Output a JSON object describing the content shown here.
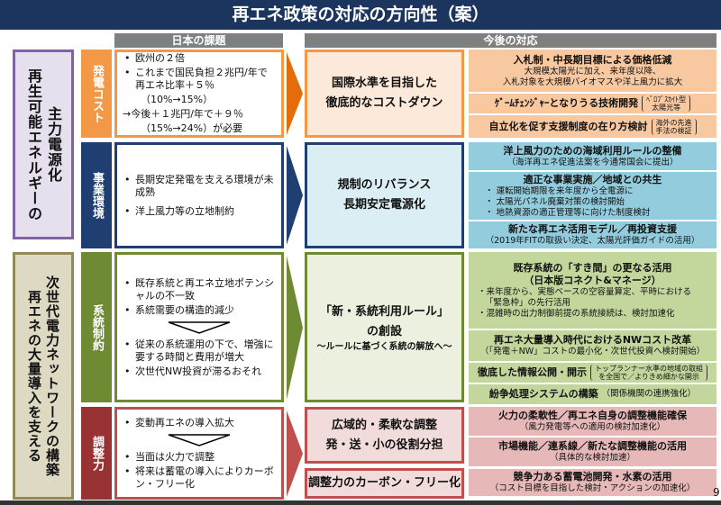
{
  "title": "再エネ政策の対応の方向性（案）",
  "headers": {
    "issues": "日本の課題",
    "response": "今後の対応"
  },
  "pillars": [
    {
      "col1": "再生可能エネルギーの",
      "col2": "主力電源化"
    },
    {
      "col1": "再エネの大量導入を支える",
      "col2": "次世代電力ネットワークの構築"
    }
  ],
  "categories": [
    "発電コスト",
    "事業環境",
    "系統制約",
    "調整力"
  ],
  "issues": {
    "cost": [
      "欧州の２倍",
      "これまで国民負担２兆円/年で再エネ比率＋５％",
      "（10%→15%）",
      "→今後＋１兆円/年で＋９％",
      "（15%→24%）が必要"
    ],
    "business": [
      "長期安定発電を支える環境が未成熟",
      "洋上風力等の立地制約"
    ],
    "grid": [
      "既存系統と再エネ立地ポテンシャルの不一致",
      "系統需要の構造的減少",
      "従来の系統運用の下で、増強に要する時間と費用が増大",
      "次世代NW投資が滞るおそれ"
    ],
    "adjust": [
      "変動再エネの導入拡大",
      "当面は火力で調整",
      "将来は蓄電の導入によりカーボン・フリー化"
    ]
  },
  "middle": {
    "cost": [
      "国際水準を目指した",
      "徹底的なコストダウン"
    ],
    "business": [
      "規制のリバランス",
      "長期安定電源化"
    ],
    "grid": [
      "「新・系統利用ルール」",
      "の創設",
      "～ルールに基づく系統の解放へ～"
    ],
    "adjust1": [
      "広域的・柔軟な調整",
      "発・送・小の役割分担"
    ],
    "adjust2": "調整力のカーボン・フリー化"
  },
  "actions": [
    {
      "h": "入札制・中長期目標による価格低減",
      "s": [
        "大規模太陽光に加え、来年度以降、",
        "入札対象を大規模バイオマスや洋上風力に拡大"
      ]
    },
    {
      "h": "ｹﾞｰﾑﾁｪﾝｼﾞｬｰとなりうる技術開発",
      "n": [
        "ﾍﾟﾛﾌﾞｽｶｲﾄ型",
        "太陽光等"
      ]
    },
    {
      "h": "自立化を促す支援制度の在り方検討",
      "n": [
        "海外の先進",
        "手法の検証"
      ]
    },
    {
      "h": "洋上風力のための海域利用ルールの整備",
      "s": [
        "（海洋再エネ促進法案を今通常国会に提出）"
      ]
    },
    {
      "h": "適正な事業実施／地域との共生",
      "l": [
        "・ 運転開始期限を来年度から全電源に",
        "・ 太陽光パネル廃棄対策の検討開始",
        "・ 地熱資源の適正管理等に向けた制度検討"
      ]
    },
    {
      "h": "新たな再エネ活用モデル／再投資支援",
      "s": [
        "（2019年FITの取扱い決定、太陽光評価ガイドの活用）"
      ]
    },
    {
      "h": "既存系統の「すき間」の更なる活用",
      "h2": "（日本版コネクト&マネージ）",
      "l": [
        "・来年度から、実態ベースの空容量算定、平時における",
        "「緊急枠」の先行活用",
        "・混雑時の出力制御前提の系統接続は、検討加速化"
      ]
    },
    {
      "h": "再エネ大量導入時代におけるNWコスト改革",
      "s": [
        "（「発電＋NW」コストの最小化・次世代投資へ検討開始）"
      ]
    },
    {
      "h": "徹底した情報公開・開示",
      "n": [
        "トップランナー水準の地域の取組",
        "を全国で／よりきめ細かな開示"
      ]
    },
    {
      "h": "紛争処理システムの構築",
      "t": "（関係機関の連携強化）"
    },
    {
      "h": "火力の柔軟性／再エネ自身の調整機能確保",
      "s": [
        "（風力発電等への適用の検討加速化）"
      ]
    },
    {
      "h": "市場機能／連系線／新たな調整機能の活用",
      "s": [
        "（具体的な検討加速）"
      ]
    },
    {
      "h": "競争力ある蓄電池開発・水素の活用",
      "s": [
        "（コスト目標を目指した検討・アクションの加速化）"
      ]
    }
  ],
  "page_number": "9"
}
